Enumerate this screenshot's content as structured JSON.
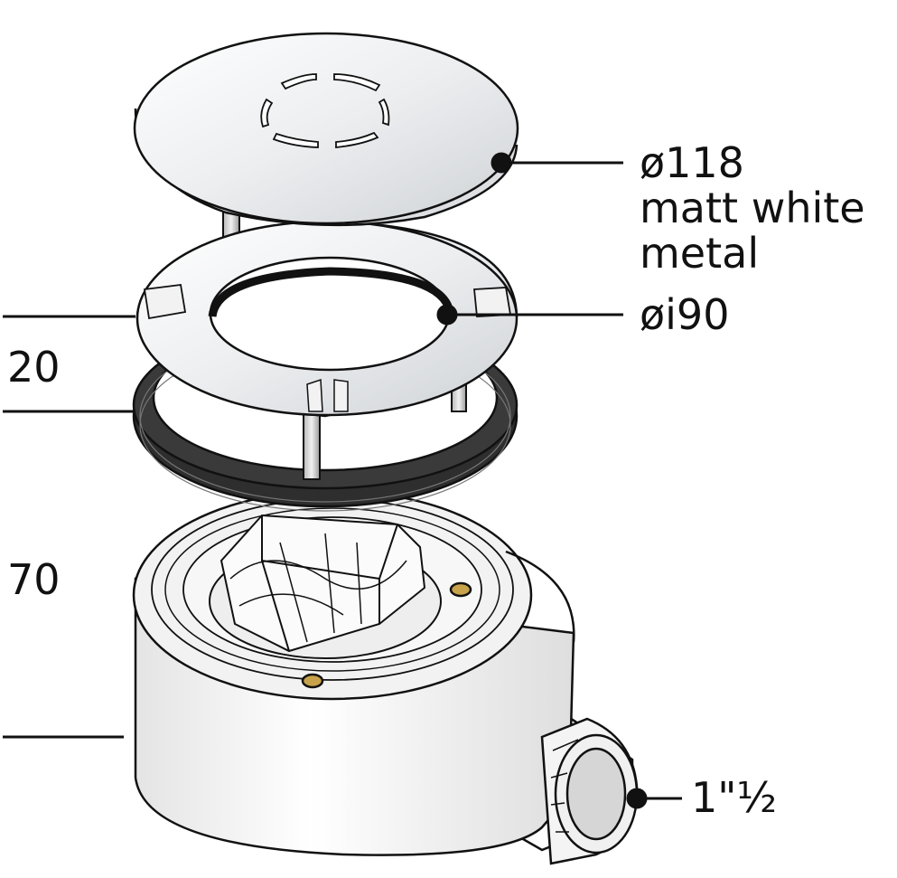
{
  "callouts": {
    "cover_diameter": "ø118",
    "cover_finish_line1": "matt white",
    "cover_finish_line2": "metal",
    "inner_diameter": "øi90",
    "outlet_size": "1\"½"
  },
  "dimensions": {
    "flange_height": "20",
    "body_height": "70"
  },
  "colors": {
    "line": "#111111",
    "metal": "#e9eaec",
    "gasket": "#2e2e2e",
    "body": "#f6f6f6",
    "brass": "#c8a24a"
  }
}
